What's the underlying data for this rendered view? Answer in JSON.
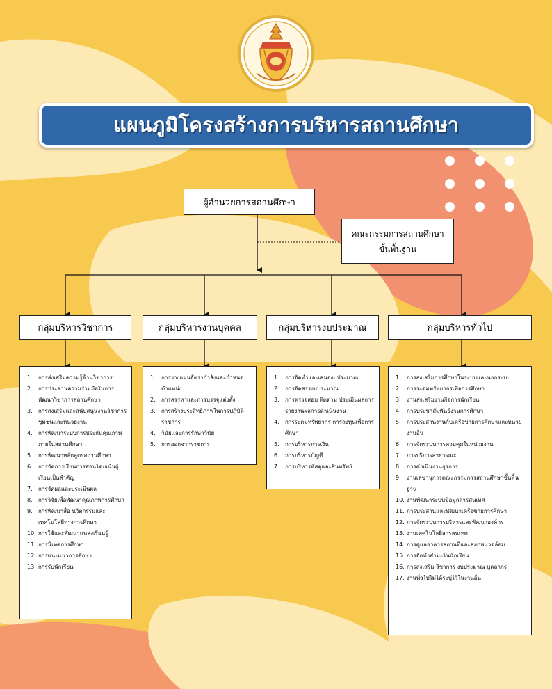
{
  "title": "แผนภูมิโครงสร้างการบริหารสถานศึกษา",
  "director": "ผู้อำนวยการสถานศึกษา",
  "committee": {
    "line1": "คณะกรรมการสถานศึกษา",
    "line2": "ขั้นพื้นฐาน"
  },
  "colors": {
    "background": "#f8c94f",
    "banner": "#2f67a8",
    "salmon": "#f29170",
    "cream": "#fde9b4"
  },
  "groups": [
    {
      "name": "กลุ่มบริหารวิชาการ",
      "items": [
        "การส่งเสริมความรู้ด้านวิชาการ",
        "การประสานความร่วมมือในการพัฒนาวิชาการสถานศึกษา",
        "การส่งเสริมและสนับสนุนงานวิชาการชุมชนและหน่วยงาน",
        "การพัฒนาระบบการประกันคุณภาพภายในสถานศึกษา",
        "การพัฒนาหลักสูตรสถานศึกษา",
        "การจัดการเรียนการสอนโดยเน้นผู้เรียนเป็นสำคัญ",
        "การวัดผลและประเมินผล",
        "การวิจัยเพื่อพัฒนาคุณภาพการศึกษา",
        "การพัฒนาสื่อ นวัตกรรมและเทคโนโลยีทางการศึกษา",
        "การใช้และพัฒนาแหล่งเรียนรู้",
        "การนิเทศการศึกษา",
        "การแนะแนวการศึกษา",
        "การรับนักเรียน"
      ]
    },
    {
      "name": "กลุ่มบริหารงานบุคคล",
      "items": [
        "การวางแผนอัตรากำลังและกำหนดตำแหน่ง",
        "การสรรหาและการบรรจุแต่งตั้ง",
        "การสร้างประสิทธิภาพในการปฏิบัติราชการ",
        "วินัยและการรักษาวินัย",
        "การออกจากราชการ"
      ]
    },
    {
      "name": "กลุ่มบริหารงบประมาณ",
      "items": [
        "การจัดทำและเสนองบประมาณ",
        "การจัดสรรงบประมาณ",
        "การตรวจสอบ ติดตาม ประเมินผลการรายงานผลการดำเนินงาน",
        "การระดมทรัพยากร การลงทุนเพื่อการศึกษา",
        "การบริหารการเงิน",
        "การบริหารบัญชี",
        "การบริหารพัสดุและสินทรัพย์"
      ]
    },
    {
      "name": "กลุ่มบริหารทั่วไป",
      "items": [
        "การส่งเสริมการศึกษาในระบบและนอกระบบ",
        "การระดมทรัพยากรเพื่อการศึกษา",
        "งานส่งเสริมงานกิจการนักเรียน",
        "การประชาสัมพันธ์งานการศึกษา",
        "การประสานงานกับเครือข่ายการศึกษาและหน่วยงานอื่น",
        "การจัดระบบการควบคุมในหน่วยงาน",
        "การบริการสาธารณะ",
        "การดำเนินงานธุรการ",
        "งานเลขานุการคณะกรรมการสถานศึกษาขั้นพื้นฐาน",
        "งานพัฒนาระบบข้อมูลสารสนเทศ",
        "การประสานและพัฒนาเครือข่ายการศึกษา",
        "การจัดระบบการบริหารและพัฒนาองค์กร",
        "งานเทคโนโลยีสารสนเทศ",
        "การดูแลอาคารสถานที่และสภาพแวดล้อม",
        "การจัดทำสำมะโนนักเรียน",
        "การส่งเสริม วิชาการ งบประมาณ บุคลากร",
        "งานทั่วไปไม่ได้ระบุไว้ในงานอื่น"
      ]
    }
  ]
}
